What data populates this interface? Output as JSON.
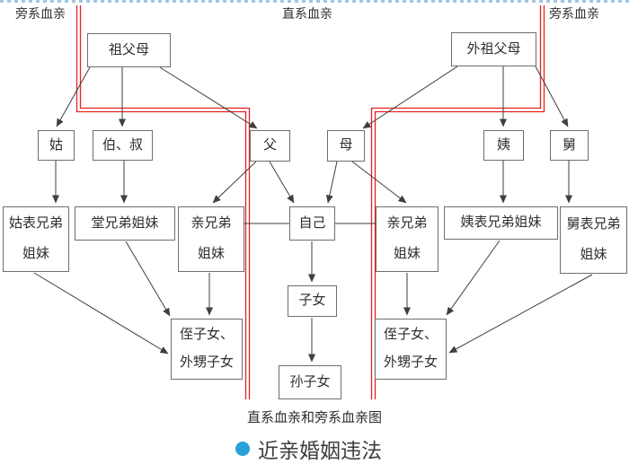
{
  "header": {
    "left_label": "旁系血亲",
    "center_label": "直系血亲",
    "right_label": "旁系血亲"
  },
  "nodes": {
    "paternal_grandparents": "祖父母",
    "maternal_grandparents": "外祖父母",
    "paternal_aunt": "姑",
    "paternal_uncles": "伯、叔",
    "father": "父",
    "mother": "母",
    "maternal_aunt": "姨",
    "maternal_uncle": "舅",
    "gu_cousins": "姑表兄弟\n姐妹",
    "tang_cousins": "堂兄弟姐妹",
    "siblings_left": "亲兄弟\n姐妹",
    "self": "自己",
    "siblings_right": "亲兄弟\n姐妹",
    "yi_cousins": "姨表兄弟姐妹",
    "jiu_cousins": "舅表兄弟\n姐妹",
    "nephews_left": "侄子女、\n外甥子女",
    "children": "子女",
    "nephews_right": "侄子女、\n外甥子女",
    "grandchildren": "孙子女"
  },
  "caption": "直系血亲和旁系血亲图",
  "bullet": {
    "text": "近亲婚姻违法"
  },
  "colors": {
    "red_line": "#e32222",
    "dotted_border": "#9ec7e6",
    "bullet_dot": "#2aa0d8",
    "box_border": "#6e6e6e",
    "arrow": "#3f3f3f"
  }
}
